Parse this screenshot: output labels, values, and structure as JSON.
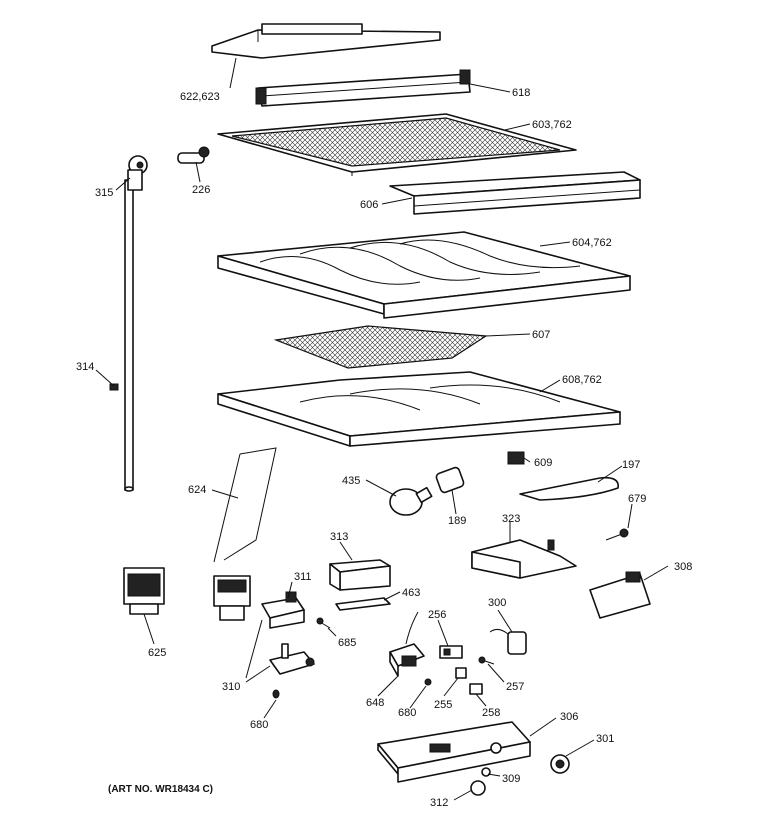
{
  "art_number": "(ART NO. WR18434 C)",
  "labels": {
    "l622": "622,623",
    "l618": "618",
    "l603": "603,762",
    "l315": "315",
    "l226": "226",
    "l606": "606",
    "l604": "604,762",
    "l607": "607",
    "l314": "314",
    "l608": "608,762",
    "l609": "609",
    "l197": "197",
    "l435": "435",
    "l624": "624",
    "l189": "189",
    "l679": "679",
    "l323": "323",
    "l313": "313",
    "l311": "311",
    "l463": "463",
    "l308": "308",
    "l256": "256",
    "l300": "300",
    "l685": "685",
    "l625": "625",
    "l310": "310",
    "l648": "648",
    "l257": "257",
    "l680a": "680",
    "l680b": "680",
    "l255": "255",
    "l258": "258",
    "l306": "306",
    "l301": "301",
    "l309": "309",
    "l312": "312"
  }
}
